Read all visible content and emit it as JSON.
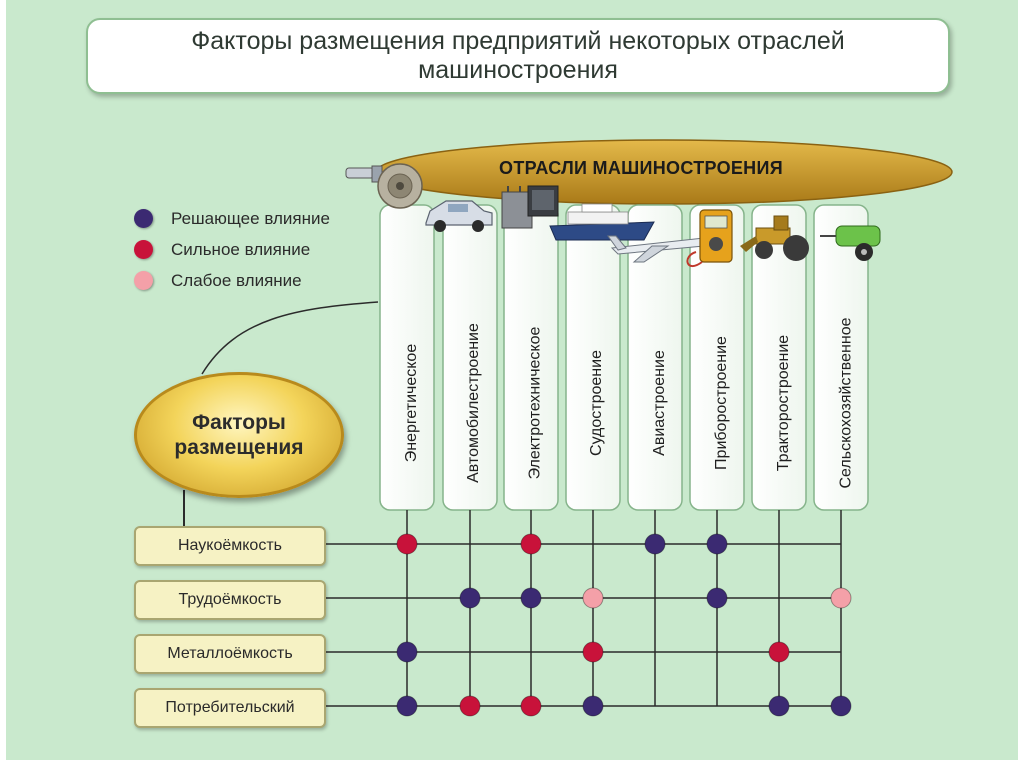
{
  "title": "Факторы размещения предприятий некоторых отраслей машиностроения",
  "branches_header": "ОТРАСЛИ МАШИНОСТРОЕНИЯ",
  "factors_title": "Факторы размещения",
  "legend": [
    {
      "label": "Решающее влияние",
      "level": "decisive",
      "color": "#3b2a72"
    },
    {
      "label": "Сильное влияние",
      "level": "strong",
      "color": "#c8123a"
    },
    {
      "label": "Слабое влияние",
      "level": "weak",
      "color": "#f4a0a8"
    }
  ],
  "columns": [
    {
      "label": "Энергетическое",
      "icon": "turbine-icon"
    },
    {
      "label": "Автомобилестроение",
      "icon": "car-icon"
    },
    {
      "label": "Электротехническое",
      "icon": "transformer-icon"
    },
    {
      "label": "Судостроение",
      "icon": "ship-icon"
    },
    {
      "label": "Авиастроение",
      "icon": "airplane-icon"
    },
    {
      "label": "Приборостроение",
      "icon": "multimeter-icon"
    },
    {
      "label": "Тракторостроение",
      "icon": "tractor-icon"
    },
    {
      "label": "Сельскохозяйственное",
      "icon": "farm-machine-icon"
    }
  ],
  "rows": [
    {
      "label": "Наукоёмкость",
      "influence": [
        "strong",
        null,
        "strong",
        null,
        "decisive",
        "decisive",
        null,
        null
      ]
    },
    {
      "label": "Трудоёмкость",
      "influence": [
        null,
        "decisive",
        "decisive",
        "weak",
        null,
        "decisive",
        null,
        "weak"
      ]
    },
    {
      "label": "Металлоёмкость",
      "influence": [
        "decisive",
        null,
        null,
        "strong",
        null,
        null,
        "strong",
        null
      ]
    },
    {
      "label": "Потребительский",
      "influence": [
        "decisive",
        "strong",
        "strong",
        "decisive",
        null,
        null,
        "decisive",
        "decisive"
      ]
    }
  ]
}
